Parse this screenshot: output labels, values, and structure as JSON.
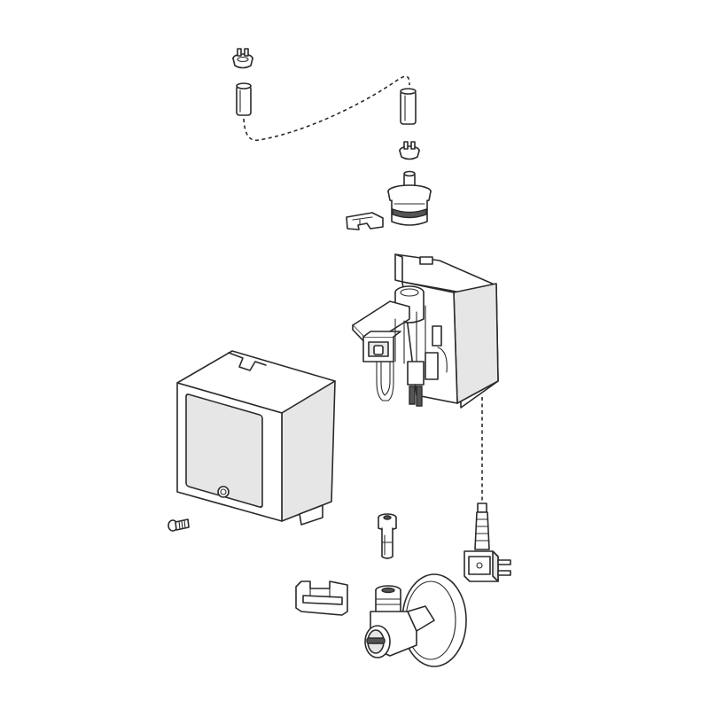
{
  "diagram": {
    "parts": [
      {
        "id": "hose-clamp-top-left",
        "icon": "hose-clamp"
      },
      {
        "id": "tube-left",
        "icon": "tube"
      },
      {
        "id": "flexible-hose",
        "icon": "dashed-hose"
      },
      {
        "id": "tube-right",
        "icon": "tube"
      },
      {
        "id": "hose-clamp-right",
        "icon": "hose-clamp"
      },
      {
        "id": "inlet-connector",
        "icon": "fitting"
      },
      {
        "id": "retaining-clip-top",
        "icon": "clip"
      },
      {
        "id": "solenoid-valve-unit",
        "icon": "valve-body"
      },
      {
        "id": "sensor-cover",
        "icon": "cover-box"
      },
      {
        "id": "fixing-screw",
        "icon": "screw"
      },
      {
        "id": "power-cord",
        "icon": "cord"
      },
      {
        "id": "power-plug",
        "icon": "plug"
      },
      {
        "id": "strainer-cartridge",
        "icon": "cartridge"
      },
      {
        "id": "retaining-clip-bottom",
        "icon": "clip"
      },
      {
        "id": "angle-stop-valve",
        "icon": "stop-valve"
      }
    ],
    "colors": {
      "line": "#2a2a2a",
      "fill": "#ffffff",
      "shade": "#e6e6e6",
      "background": "#ffffff"
    }
  }
}
